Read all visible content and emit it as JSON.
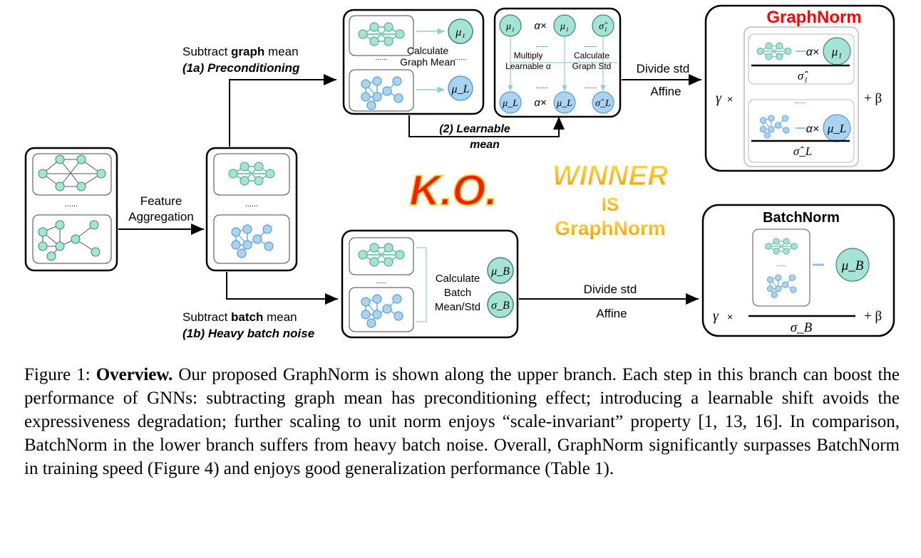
{
  "figure": {
    "feature_label_1": "Feature",
    "feature_label_2": "Aggregation",
    "ellipsis": "......",
    "ellipsis_small": ".......",
    "subtract_graph_pre": "Subtract ",
    "subtract_graph_bold": "graph",
    "subtract_graph_post": " mean",
    "preconditioning": "(1a) Preconditioning",
    "subtract_batch_pre": "Subtract ",
    "subtract_batch_bold": "batch",
    "subtract_batch_post": " mean",
    "heavy_noise": "(1b) Heavy batch noise",
    "calc_graph_mean_1": "Calculate",
    "calc_graph_mean_2": "Graph Mean",
    "learnable_1": "(2) Learnable",
    "learnable_2": "mean",
    "multiply_1": "Multiply",
    "multiply_2": "Learnable α",
    "calc_graph_std_1": "Calculate",
    "calc_graph_std_2": "Graph Std",
    "alpha_times": "α×",
    "divide_std": "Divide std",
    "affine": "Affine",
    "calc_batch_1": "Calculate",
    "calc_batch_2": "Batch",
    "calc_batch_3": "Mean/Std",
    "graphnorm_title": "GraphNorm",
    "batchnorm_title": "BatchNorm",
    "gamma": "γ",
    "times": "×",
    "plus_beta": "+ β",
    "mu1": "μ₁",
    "muL": "μ_L",
    "sigma1": "σ̂₁",
    "sigmaL": "σ̂_L",
    "muB": "μ_B",
    "sigmaB": "σ_B",
    "ko": "K.O.",
    "winner_1": "WINNER",
    "winner_2": "IS",
    "winner_3": "GraphNorm"
  },
  "caption": {
    "prefix": "Figure 1: ",
    "bold": "Overview.",
    "text": " Our proposed GraphNorm is shown along the upper branch. Each step in this branch can boost the performance of GNNs: subtracting graph mean has preconditioning effect; introducing a learnable shift avoids the expressiveness degradation; further scaling to unit norm enjoys “scale-invariant” property [1, 13, 16]. In comparison, BatchNorm in the lower branch suffers from heavy batch noise. Overall, GraphNorm significantly surpasses BatchNorm in training speed (Figure 4) and enjoys good generalization performance (Table 1)."
  },
  "colors": {
    "teal_fill": "#a6e3d7",
    "teal_stroke": "#5fa999",
    "blue_fill": "#a9d3f0",
    "blue_stroke": "#5b9bd5",
    "red": "#ff0000",
    "gold": "#f5b800"
  }
}
